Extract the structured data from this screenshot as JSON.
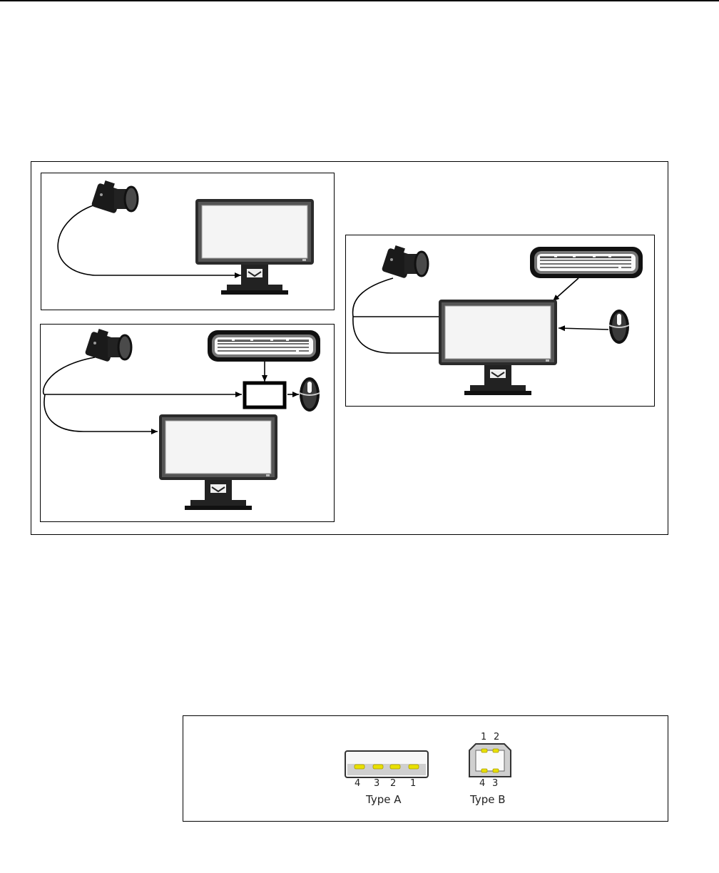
{
  "figure": {
    "panels": [
      {
        "id": "panel-1",
        "devices": [
          "camera-icon",
          "monitor-icon"
        ]
      },
      {
        "id": "panel-2",
        "devices": [
          "camera-icon",
          "keyboard-icon",
          "hub-box",
          "mouse-icon",
          "monitor-icon"
        ]
      },
      {
        "id": "panel-3",
        "devices": [
          "camera-icon",
          "keyboard-icon",
          "mouse-icon",
          "monitor-icon"
        ]
      }
    ]
  },
  "usb": {
    "type_a": {
      "label": "Type A",
      "pins": [
        "4",
        "3",
        "2",
        "1"
      ]
    },
    "type_b": {
      "label": "Type B",
      "pins_top": [
        "1",
        "2"
      ],
      "pins_bottom": [
        "4",
        "3"
      ]
    },
    "pin_color": "#e8e000"
  }
}
